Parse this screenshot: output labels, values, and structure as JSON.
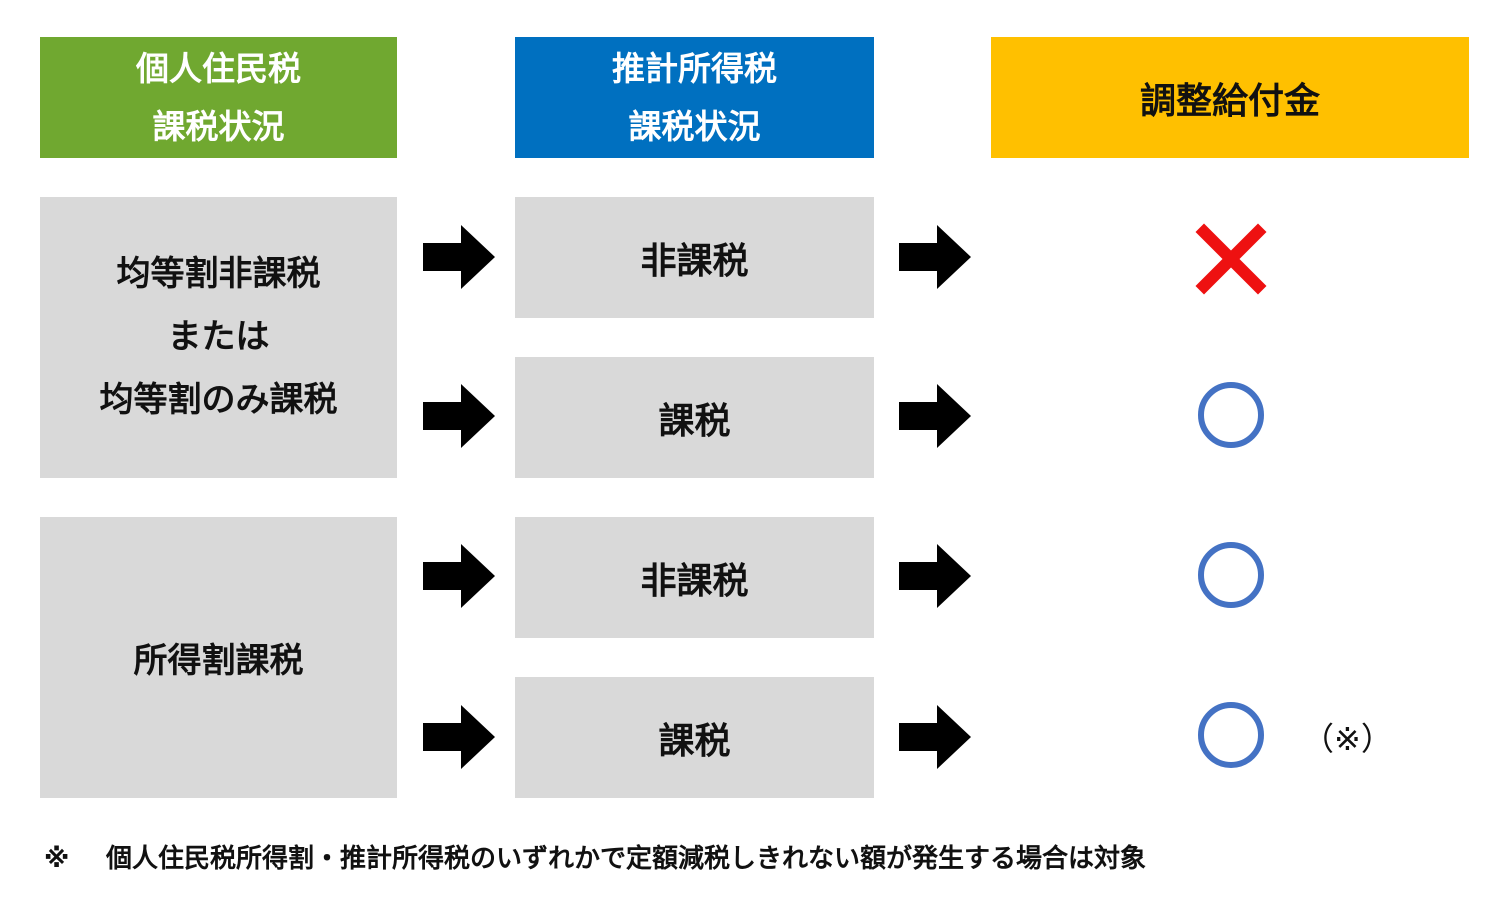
{
  "headers": {
    "resident_tax": {
      "line1": "個人住民税",
      "line2": "課税状況",
      "color": "#70a830"
    },
    "estimated_income_tax": {
      "line1": "推計所得税",
      "line2": "課税状況",
      "color": "#0070c0"
    },
    "adjustment_benefit": {
      "label": "調整給付金",
      "color": "#ffc000"
    }
  },
  "left_groups": {
    "group1": {
      "line1": "均等割非課税",
      "line2": "または",
      "line3": "均等割のみ課税"
    },
    "group2": {
      "label": "所得割課税"
    }
  },
  "middle": {
    "row1": "非課税",
    "row2": "課税",
    "row3": "非課税",
    "row4": "課税"
  },
  "results": {
    "row1": "cross-mark",
    "row2": "circle-mark",
    "row3": "circle-mark",
    "row4": "circle-mark"
  },
  "colors": {
    "cross": "#ee1111",
    "circle": "#4472c4",
    "box_gray": "#d9d9d9",
    "arrow": "#000000"
  },
  "row4_note": "（※）",
  "footnote": {
    "mark": "※",
    "text": "個人住民税所得割・推計所得税のいずれかで定額減税しきれない額が発生する場合は対象"
  }
}
